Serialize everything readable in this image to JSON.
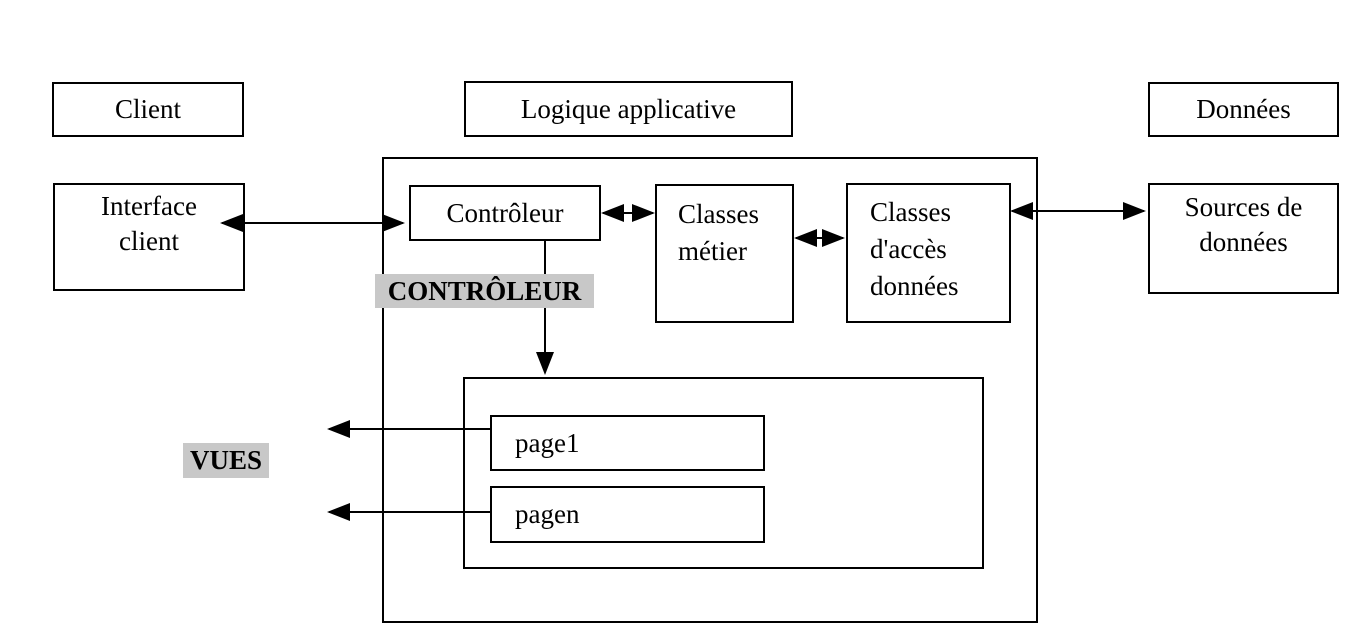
{
  "colors": {
    "background": "#ffffff",
    "line": "#000000",
    "highlight": "#c8c8c8"
  },
  "layer_headers": {
    "client": "Client",
    "logic": "Logique applicative",
    "data": "Données"
  },
  "nodes": {
    "interface_client": "Interface client",
    "controller": "Contrôleur",
    "business_classes": "Classes métier",
    "data_access_classes": "Classes d'accès données",
    "data_sources": "Sources de données",
    "page1": "page1",
    "pagen": "pagen"
  },
  "captions": {
    "controller": "CONTRÔLEUR",
    "views": "VUES"
  }
}
